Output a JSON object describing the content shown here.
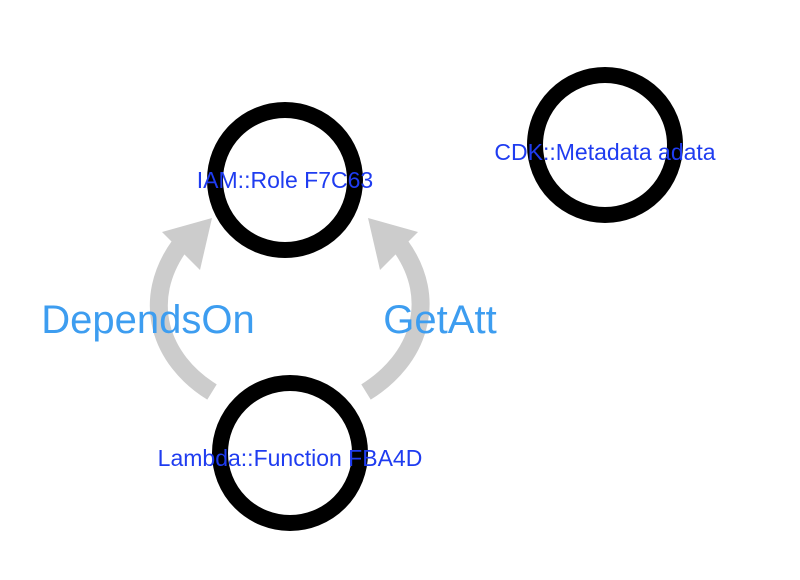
{
  "colors": {
    "node_stroke": "#000000",
    "edge": "#cccccc",
    "node_label": "#1f3cf0",
    "edge_label": "#3d9df0",
    "background": "#ffffff"
  },
  "nodes": [
    {
      "id": "iam-role",
      "label": "IAM::Role F7C63"
    },
    {
      "id": "cdk-metadata",
      "label": "CDK::Metadata adata"
    },
    {
      "id": "lambda-function",
      "label": "Lambda::Function FBA4D"
    }
  ],
  "edges": [
    {
      "from": "lambda-function",
      "to": "iam-role",
      "label": "DependsOn"
    },
    {
      "from": "lambda-function",
      "to": "iam-role",
      "label": "GetAtt"
    }
  ]
}
